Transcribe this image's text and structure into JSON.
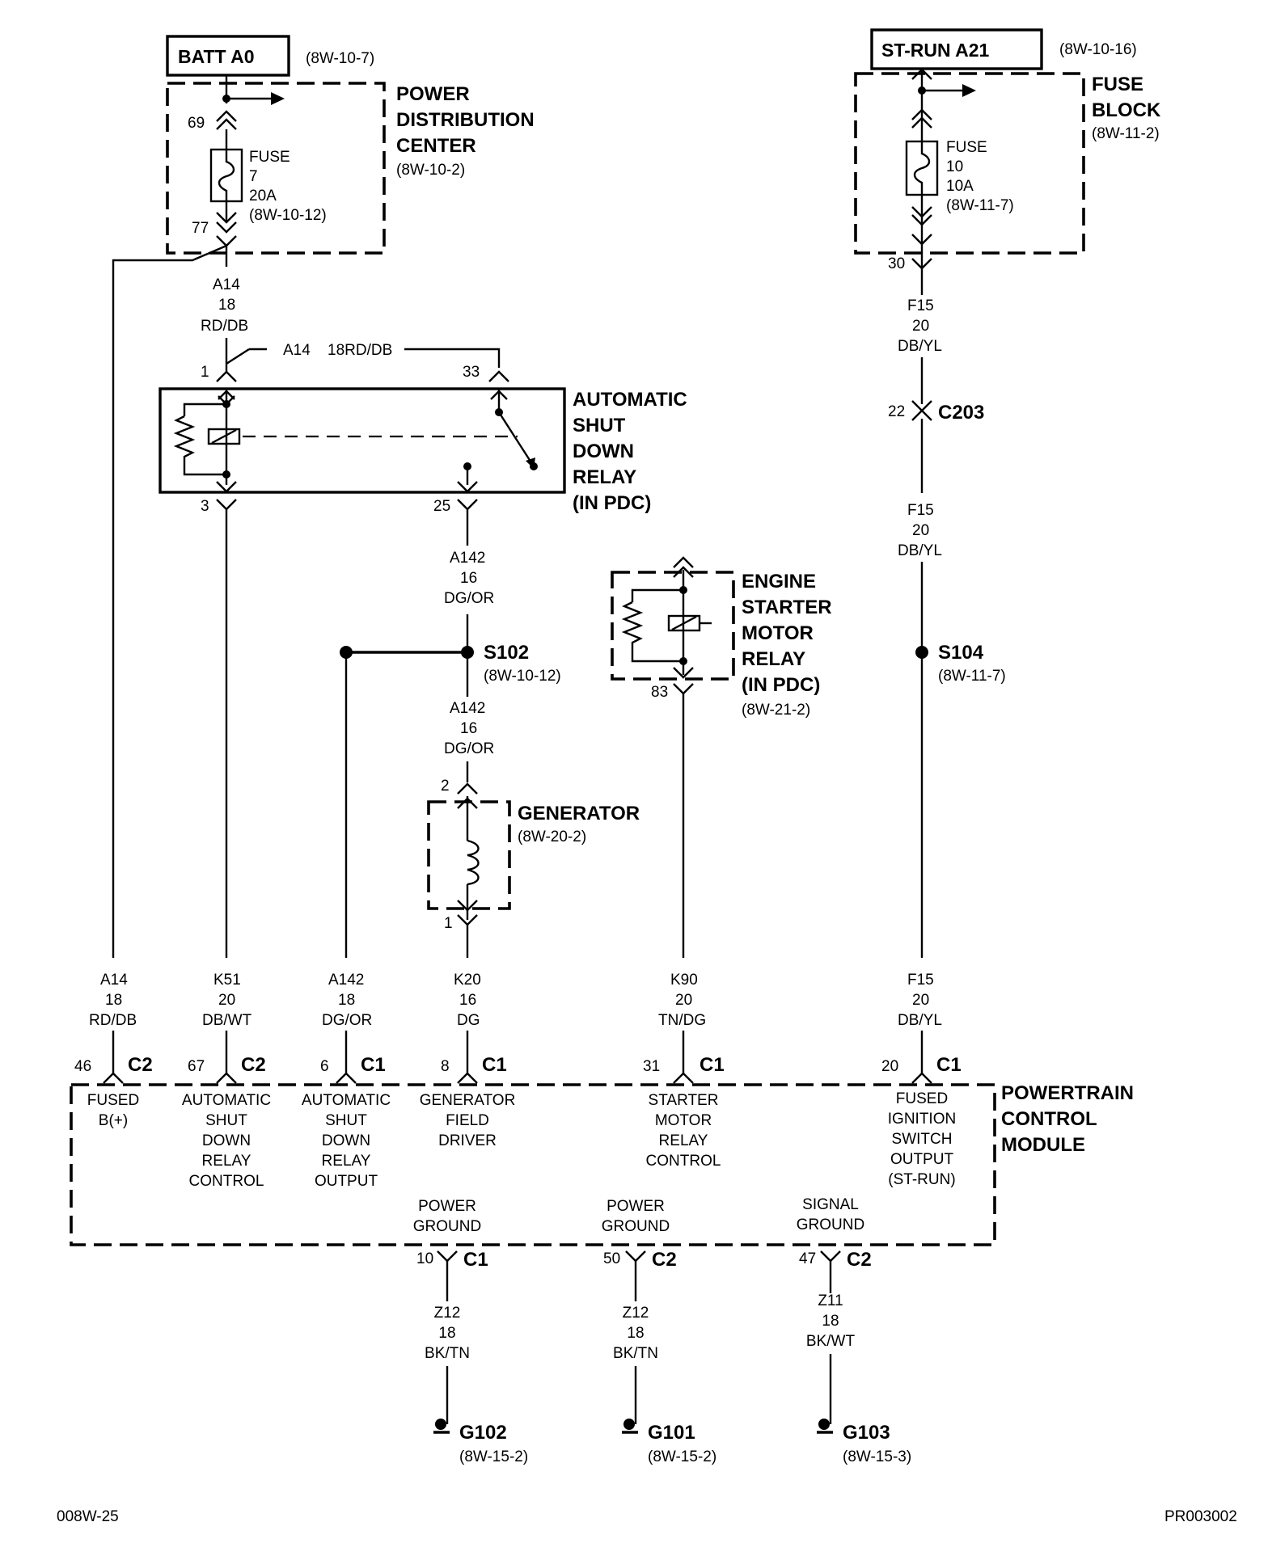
{
  "batt": {
    "title": "BATT A0",
    "ref": "(8W-10-7)"
  },
  "pdc": {
    "l1": "POWER",
    "l2": "DISTRIBUTION",
    "l3": "CENTER",
    "ref": "(8W-10-2)",
    "pin_in": "69",
    "pin_out": "77",
    "fuse": {
      "l1": "FUSE",
      "l2": "7",
      "l3": "20A",
      "l4": "(8W-10-12)"
    }
  },
  "strun": {
    "title": "ST-RUN A21",
    "ref": "(8W-10-16)"
  },
  "fuseblock": {
    "l1": "FUSE",
    "l2": "BLOCK",
    "ref": "(8W-11-2)",
    "pin_out": "30",
    "fuse": {
      "l1": "FUSE",
      "l2": "10",
      "l3": "10A",
      "l4": "(8W-11-7)"
    }
  },
  "wire_a14_top": {
    "l1": "A14",
    "l2": "18",
    "l3": "RD/DB"
  },
  "asd_feed": {
    "left": "A14",
    "right": "18RD/DB",
    "pin1": "1",
    "pin33": "33"
  },
  "asd": {
    "l1": "AUTOMATIC",
    "l2": "SHUT",
    "l3": "DOWN",
    "l4": "RELAY",
    "l5": "(IN PDC)",
    "pin3": "3",
    "pin25": "25"
  },
  "wire_f15_a": {
    "l1": "F15",
    "l2": "20",
    "l3": "DB/YL"
  },
  "c203": {
    "pin": "22",
    "name": "C203"
  },
  "wire_f15_b": {
    "l1": "F15",
    "l2": "20",
    "l3": "DB/YL"
  },
  "s104": {
    "name": "S104",
    "ref": "(8W-11-7)"
  },
  "wire_a142_a": {
    "l1": "A142",
    "l2": "16",
    "l3": "DG/OR"
  },
  "s102": {
    "name": "S102",
    "ref": "(8W-10-12)"
  },
  "wire_a142_b": {
    "l1": "A142",
    "l2": "16",
    "l3": "DG/OR"
  },
  "starter": {
    "l1": "ENGINE",
    "l2": "STARTER",
    "l3": "MOTOR",
    "l4": "RELAY",
    "l5": "(IN PDC)",
    "ref": "(8W-21-2)",
    "pin": "83"
  },
  "generator": {
    "name": "GENERATOR",
    "ref": "(8W-20-2)",
    "pin2": "2",
    "pin1": "1"
  },
  "bottom_wires": [
    {
      "l1": "A14",
      "l2": "18",
      "l3": "RD/DB"
    },
    {
      "l1": "K51",
      "l2": "20",
      "l3": "DB/WT"
    },
    {
      "l1": "A142",
      "l2": "18",
      "l3": "DG/OR"
    },
    {
      "l1": "K20",
      "l2": "16",
      "l3": "DG"
    },
    {
      "l1": "K90",
      "l2": "20",
      "l3": "TN/DG"
    },
    {
      "l1": "F15",
      "l2": "20",
      "l3": "DB/YL"
    }
  ],
  "pcm_pins": [
    {
      "pin": "46",
      "conn": "C2",
      "f1": "FUSED",
      "f2": "B(+)",
      "f3": "",
      "f4": "",
      "f5": ""
    },
    {
      "pin": "67",
      "conn": "C2",
      "f1": "AUTOMATIC",
      "f2": "SHUT",
      "f3": "DOWN",
      "f4": "RELAY",
      "f5": "CONTROL"
    },
    {
      "pin": "6",
      "conn": "C1",
      "f1": "AUTOMATIC",
      "f2": "SHUT",
      "f3": "DOWN",
      "f4": "RELAY",
      "f5": "OUTPUT"
    },
    {
      "pin": "8",
      "conn": "C1",
      "f1": "GENERATOR",
      "f2": "FIELD",
      "f3": "DRIVER",
      "f4": "",
      "f5": ""
    },
    {
      "pin": "31",
      "conn": "C1",
      "f1": "STARTER",
      "f2": "MOTOR",
      "f3": "RELAY",
      "f4": "CONTROL",
      "f5": ""
    },
    {
      "pin": "20",
      "conn": "C1",
      "f1": "FUSED",
      "f2": "IGNITION",
      "f3": "SWITCH",
      "f4": "OUTPUT",
      "f5": "(ST-RUN)"
    }
  ],
  "pcm": {
    "l1": "POWERTRAIN",
    "l2": "CONTROL",
    "l3": "MODULE"
  },
  "grounds": [
    {
      "f1": "POWER",
      "f2": "GROUND",
      "pin": "10",
      "conn": "C1",
      "w1": "Z12",
      "w2": "18",
      "w3": "BK/TN",
      "g": "G102",
      "ref": "(8W-15-2)"
    },
    {
      "f1": "POWER",
      "f2": "GROUND",
      "pin": "50",
      "conn": "C2",
      "w1": "Z12",
      "w2": "18",
      "w3": "BK/TN",
      "g": "G101",
      "ref": "(8W-15-2)"
    },
    {
      "f1": "SIGNAL",
      "f2": "GROUND",
      "pin": "47",
      "conn": "C2",
      "w1": "Z11",
      "w2": "18",
      "w3": "BK/WT",
      "g": "G103",
      "ref": "(8W-15-3)"
    }
  ],
  "footer": {
    "left": "008W-25",
    "right": "PR003002"
  }
}
